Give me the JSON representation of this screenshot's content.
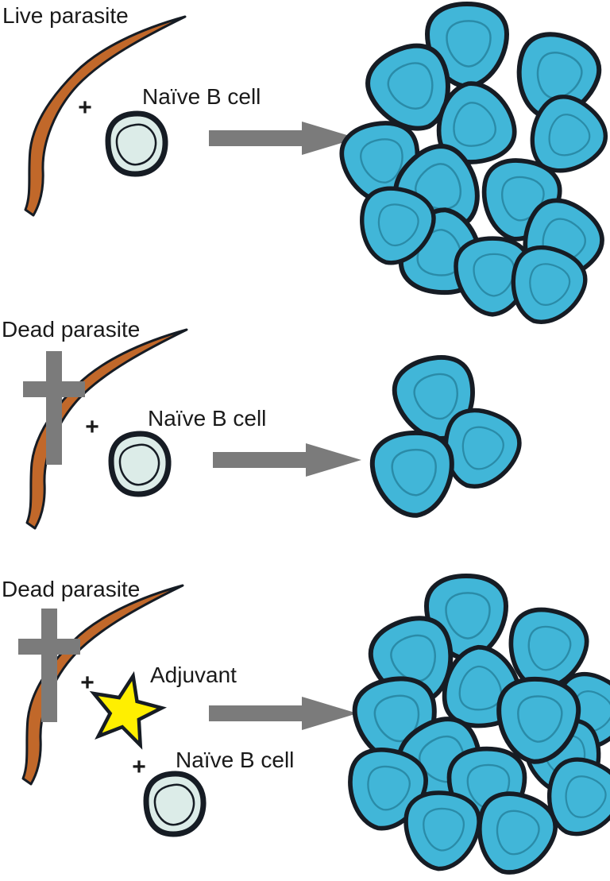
{
  "diagram": {
    "rows": [
      {
        "parasite_label": "Live parasite",
        "parasite_state": "live",
        "plus_bcell": "+",
        "bcell_label": "Naïve B cell",
        "result_cell_count": 13
      },
      {
        "parasite_label": "Dead parasite",
        "parasite_state": "dead",
        "plus_bcell": "+",
        "bcell_label": "Naïve B cell",
        "result_cell_count": 3
      },
      {
        "parasite_label": "Dead parasite",
        "parasite_state": "dead",
        "plus_adjuvant": "+",
        "adjuvant_label": "Adjuvant",
        "plus_bcell": "+",
        "bcell_label": "Naïve B cell",
        "result_cell_count": 14
      }
    ],
    "icons": {
      "parasite": "parasite-worm-icon",
      "dead_marker": "dead-cross-icon",
      "naive_b_cell": "naive-b-cell-icon",
      "adjuvant": "adjuvant-star-icon",
      "arrow": "arrow-right-icon",
      "activated_b_cell": "activated-b-cell-icon"
    },
    "colors": {
      "outline": "#161c24",
      "activated_cell_fill": "#41b6d8",
      "activated_cell_inner": "#2a8ba8",
      "naive_cell_fill": "#dcece8",
      "parasite_fill": "#c1682a",
      "gray": "#7b7b7b",
      "adjuvant_yellow": "#ffef00",
      "label_text": "#1a1a1a"
    }
  }
}
